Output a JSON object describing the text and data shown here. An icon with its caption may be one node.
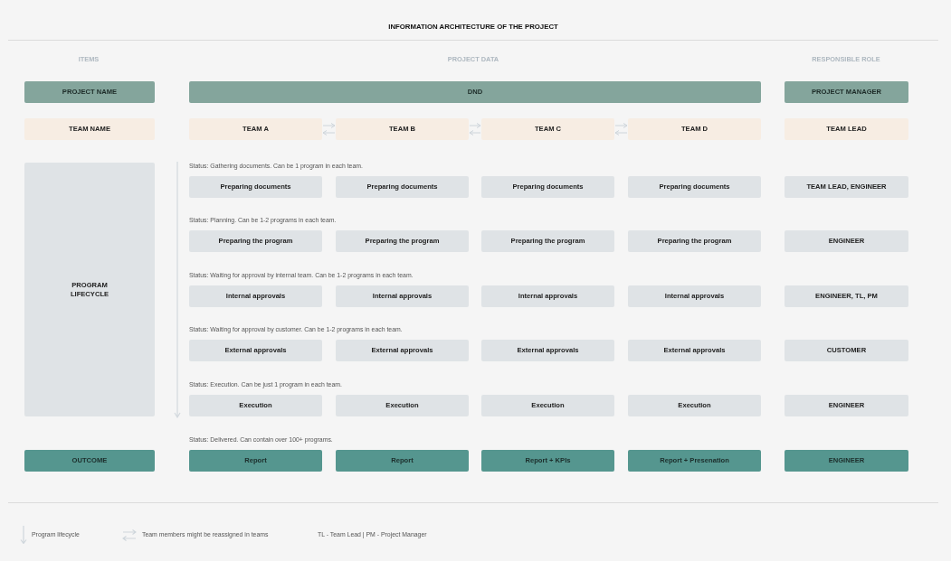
{
  "diagram": {
    "title": "INFORMATION ARCHITECTURE OF THE PROJECT",
    "nodes": [
      {
        "text": [
          "PROJECT NAME"
        ]
      },
      {
        "text": [
          "DND"
        ]
      },
      {
        "text": [
          "PROJECT MANAGER"
        ]
      },
      {
        "text": [
          "TEAM NAME"
        ]
      },
      {
        "text": [
          "TEAM A"
        ]
      },
      {
        "text": [
          "TEAM B"
        ]
      },
      {
        "text": [
          "TEAM C"
        ]
      },
      {
        "text": [
          "TEAM D"
        ]
      },
      {
        "text": [
          "TEAM LEAD"
        ]
      },
      {
        "text": [
          "PROGRAM LIFECYCLE"
        ]
      },
      {
        "text": [
          "Preparing documents"
        ]
      },
      {
        "text": [
          "Preparing documents"
        ]
      },
      {
        "text": [
          "Preparing documents"
        ]
      },
      {
        "text": [
          "Preparing documents"
        ]
      },
      {
        "text": [
          "TEAM LEAD, ENGINEER"
        ]
      },
      {
        "text": [
          "Preparing the program"
        ]
      },
      {
        "text": [
          "Preparing the program"
        ]
      },
      {
        "text": [
          "Preparing the program"
        ]
      },
      {
        "text": [
          "Preparing the program"
        ]
      },
      {
        "text": [
          "ENGINEER"
        ]
      },
      {
        "text": [
          "Internal approvals"
        ]
      },
      {
        "text": [
          "Internal approvals"
        ]
      },
      {
        "text": [
          "Internal approvals"
        ]
      },
      {
        "text": [
          "Internal approvals"
        ]
      },
      {
        "text": [
          "ENGINEER, TL, PM"
        ]
      },
      {
        "text": [
          "External approvals"
        ]
      },
      {
        "text": [
          "External approvals"
        ]
      },
      {
        "text": [
          "External approvals"
        ]
      },
      {
        "text": [
          "External approvals"
        ]
      },
      {
        "text": [
          "CUSTOMER"
        ]
      },
      {
        "text": [
          "Execution"
        ]
      },
      {
        "text": [
          "Execution"
        ]
      },
      {
        "text": [
          "Execution"
        ]
      },
      {
        "text": [
          "Execution"
        ]
      },
      {
        "text": [
          "ENGINEER"
        ]
      },
      {
        "text": [
          "OUTCOME"
        ]
      },
      {
        "text": [
          "Report"
        ]
      },
      {
        "text": [
          "Report"
        ]
      },
      {
        "text": [
          "Report + KPIs"
        ]
      },
      {
        "text": [
          "Report + Presenation"
        ]
      },
      {
        "text": [
          "ENGINEER"
        ]
      }
    ],
    "edges": [
      {
        "from": 4,
        "to": 5,
        "arrow": "to"
      },
      {
        "from": 5,
        "to": 4,
        "arrow": "to"
      },
      {
        "from": 5,
        "to": 6,
        "arrow": "to"
      },
      {
        "from": 6,
        "to": 5,
        "arrow": "to"
      },
      {
        "from": 6,
        "to": 7,
        "arrow": "to"
      },
      {
        "from": 7,
        "to": 6,
        "arrow": "to"
      }
    ],
    "labels": [
      "ITEMS",
      "PROJECT DATA",
      "RESPONSIBLE ROLE",
      "Status: Gathering documents. Can be 1 program in each team.",
      "Status: Planning. Can be 1-2 programs in each team.",
      "Status: Waiting for approval by internal team. Can be 1-2 programs in each team.",
      "Status: Waiting for approval by customer. Can be 1-2 programs in each team.",
      "Status: Execution. Can be just 1 program in each team.",
      "Status: Delivered. Can contain over 100+ programs.",
      "TL - Team Lead | PM - Project Manager"
    ],
    "legend": [
      {
        "text": "Program lifecycle"
      },
      {
        "text": "Team members might be reassigned in teams"
      }
    ]
  }
}
